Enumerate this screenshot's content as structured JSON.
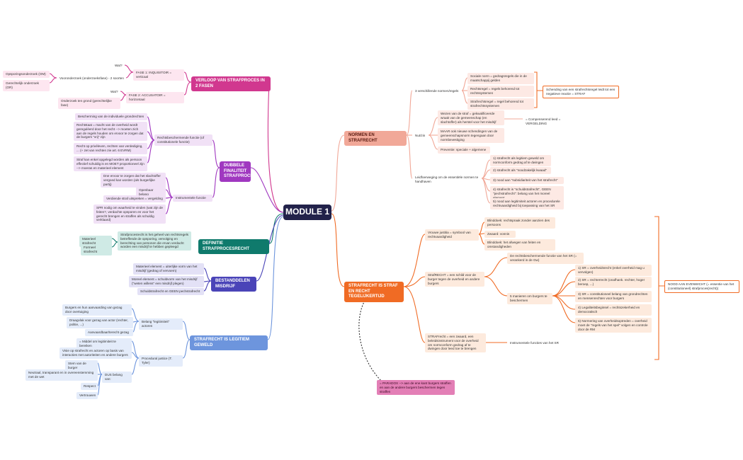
{
  "center": "MODULE 1",
  "topics": {
    "verloop": "VERLOOP VAN STRAFPROCES IN 2 FASEN",
    "dubbele": "DUBBELE FINALITEIT STRAFPROCESRECHT",
    "definitie": "DEFINITIE STRAFPROCESRECHT",
    "bestanddelen": "BESTANDDELEN MISDRIJF",
    "legitiem": "STRAFRECHT IS LEGITIEM GEWELD",
    "normen": "NORMEN EN STRAFRECHT",
    "straf": "STRAFRECHT IS STRAF EN RECHT TEGELIJKERTIJD"
  },
  "verloop": {
    "fase1": "FASE 1: INQUISITOIR = verticaal",
    "wat1": "Wat?",
    "voor": "Vooronderzoek (onderzoeksfase) - 2 soorten",
    "opsp": "Opsporingsonderzoek (OM)",
    "gerecht": "Gerechtelijk onderzoek (OR)",
    "fase2": "FASE 2: ACCUSATOIR = horizontaal",
    "wat2": "Wat?",
    "ten": "Onderzoek ten grond (gerechtelijke fase)"
  },
  "dubbele": {
    "rechts": "Rechtsbeschermende functie (of constitutionele functie)",
    "r1": "Bescherming van de individuele grondrechten",
    "r2": "Rechtstaat = macht van de overheid wordt geregulèerd door het recht --> moeten zich aan de regels houden om ervoor te zorgen dat de burgers \"vrij\" zijn",
    "r3": "Recht op privéleven, rechten van verdediging, ... (+ zet van rechten zie art. 6 EVRM)",
    "r4": "Straf kan enkel opgelegd worden als persoon effectief schuldig is en MOET proportioneel zijn --> moeras en materieel element",
    "instr": "Instrumentele functie",
    "i1": "Dne ervoor te zorgen dat het slachtoffer vergoed kan worden (als burgerlijke partij)",
    "i2": "Openbaar belang",
    "i3": "Verdiende straf uitspreken = vergelding",
    "i4": "SPR nodig om waarheid te vinden (wat zijn de feiten?, verdachte opsporen en voor het gerecht brengen en straffen als schuldig verklaard)"
  },
  "definitie": {
    "text": "Strafprocesrecht is het geheel van rechtsregels betreffende de opsporing, vervolging en berechting van personen die ervan verdacht worden een misdrijf te hebben gepleegd",
    "mat": "Materieel strafrecht",
    "form": "Formeel strafrecht"
  },
  "bestanddelen": {
    "mat": "Materieel element = uiterlijke vorm van het misdrijf (gedrag of vervoem)",
    "moreel": "Moreel element = schuldvorm van het misdrijf (\"weten willens\" een misdrijf plegen)",
    "schuld": "Schuldstrafrecht en GEEN pechstrafrecht"
  },
  "legitiem": {
    "belang": "Belang \"legitimiteit\" actoren",
    "b1": "Burgers en hun aanvaarding van gezag door overtuiging",
    "b2": "Draagvlak voor gezag van actor (rechter, politie, ...)",
    "b3": "Aanvaardbaar/terecht gezag",
    "proc": "Procedural justice (T. Tyler)",
    "p1": "= Middel om legitimiteit te bereiken",
    "p2": "Visie op strafrecht en actoren op basis van interacties met autoriteiten en andere burgers",
    "dus": "DUS belang van:",
    "d1": "Stem van de burger",
    "d2": "Neutraal, transparant en in overeenstemming met de wet",
    "d3": "Respect",
    "d4": "Vertrouwen"
  },
  "normen": {
    "drie": "3 verschillende normen/regels",
    "sociale": "Sociale norm = gedragsregels die in de maatschappij gelden",
    "rechts": "Rechtsregel = regels behorend tot rechtssystemen",
    "strafr": "Strafrechtsregel = regel behorend tot strafrechtssystemen",
    "schending": "Schending van een strafrechtsregel leidt tot een negatieve reactie = STRAF",
    "nut": "Nut/zin",
    "n1": "Wezen van de straf = gekwalificeerde wraak van de gemeenschap (en slachtoffer) als herstel voor het misdrijf",
    "comp": "= Compenserend leed = VERGELDING",
    "n2": "MAAR ook nieuwe schendingen van de gemeenschapsnorm tegengaan door normbevestiging",
    "n3": "Preventie: speciale + algemene",
    "leid": "Leidfoerweging om de essentiële normen te handhaven",
    "l1": "1) strafrecht als legitiem geweld om normconform gedrag af te dwingen",
    "l2": "2) strafrecht als \"noodzakelijk kwaad\"",
    "l3": "3) nood aan \"subsidiariteit van het strafrecht\"",
    "l4": "4) strafrecht is \"schuldstrafrecht\", GEEN \"pechstrafrecht\": belang van het moreel element",
    "l5": "5) nood aan legitimiteit actoren en procedurele rechtvaardigheid bij toepassing van het SR"
  },
  "straf": {
    "vrouwe": "Vrouwe justitia = symbool van rechtvaardigheid",
    "v1": "Blinddoek: rechtspraak zonder aanzien des persoons",
    "v2": "Zwaard: vonnis",
    "v3": "Blinddoek: het afwegen van feiten en omstandigheden",
    "schild": "StrafRECHT = een schild voor de burger tegen de overheid en andere burgers",
    "de": "De rechtsbeschermende functie van het SR (= verankerd in de Gw)",
    "manieren": "5 manieren om burgers te beschermen",
    "m1": "1) SR = overheidsrecht (enkel overheid mag u vervolgen)",
    "m2": "2) SR = rechterrecht (onafhank. rechter, hoger beroep, ...)",
    "m3": "3) SR = constitutioneel belang van grondrechten en mensenrechten voor burgers",
    "m4": "4) Legaliteitsbeginsel = rechtszekerheid en democratisch",
    "m5": "5) Normering van overheidsoptreden = overheid moet de \"regels van het spel\" volgen en controle door de RM",
    "zwaard": "STRAFrecht = een zwaard, een beleidsinstrument voor de overheid om normconform gedrag af te dwingen door leed toe te brengen",
    "instr": "Instrumentele functies van het SR",
    "nood": "NOOD AAN EVENWICHT (= essentie van het (constitutioneel) strafproces(recht))",
    "paradox": "= PARADOX --> aan de ene kant burgers straffen en aan de andere burgers beschermen tegen straffen"
  }
}
